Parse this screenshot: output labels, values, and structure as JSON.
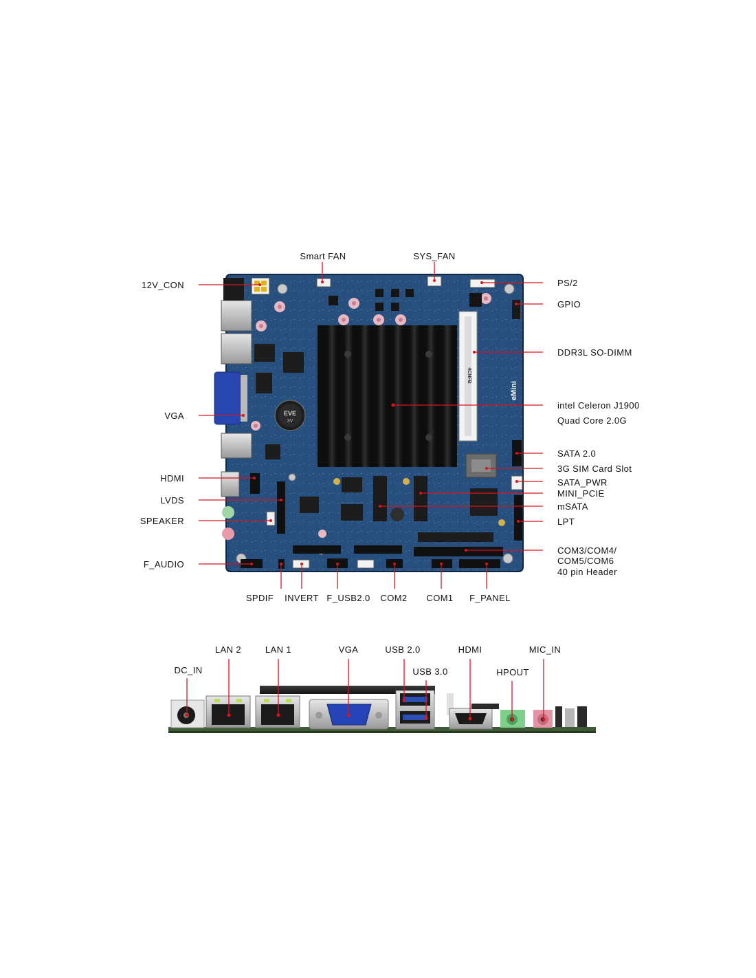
{
  "colors": {
    "pcb": "#27507f",
    "pcb_dark": "#173456",
    "leader": "#d8141c",
    "heatsink": "#161616",
    "text": "#111111"
  },
  "top_labels": {
    "smart_fan": "Smart FAN",
    "sys_fan": "SYS_FAN"
  },
  "left_labels": {
    "con_12v": "12V_CON",
    "vga": "VGA",
    "hdmi": "HDMI",
    "lvds": "LVDS",
    "speaker": "SPEAKER",
    "f_audio": "F_AUDIO"
  },
  "right_labels": {
    "ps2": "PS/2",
    "gpio": "GPIO",
    "ddr3l": "DDR3L SO-DIMM",
    "cpu_line1": "intel Celeron J1900",
    "cpu_line2": "Quad Core 2.0G",
    "sata": "SATA 2.0",
    "sim": "3G SIM Card Slot",
    "sata_pwr": "SATA_PWR",
    "mini_pcie": "MINI_PCIE",
    "msata": "mSATA",
    "lpt": "LPT",
    "com_line1": "COM3/COM4/",
    "com_line2": "COM5/COM6",
    "com_line3": "40 pin Header"
  },
  "bottom_labels": {
    "spdif": "SPDIF",
    "invert": "INVERT",
    "f_usb": "F_USB2.0",
    "com2": "COM2",
    "com1": "COM1",
    "f_panel": "F_PANEL"
  },
  "io_labels": {
    "dc_in": "DC_IN",
    "lan2": "LAN 2",
    "lan1": "LAN 1",
    "vga": "VGA",
    "usb20": "USB 2.0",
    "usb30": "USB 3.0",
    "hdmi": "HDMI",
    "hpout": "HPOUT",
    "mic_in": "MIC_IN"
  },
  "board_print": {
    "battery_brand": "EVE",
    "battery_volt": "3V",
    "slot_code": "4CNFB",
    "brand_mark": "eMini"
  },
  "icons": {
    "battery": "coin-cell-icon",
    "heatsink": "heatsink-icon"
  }
}
